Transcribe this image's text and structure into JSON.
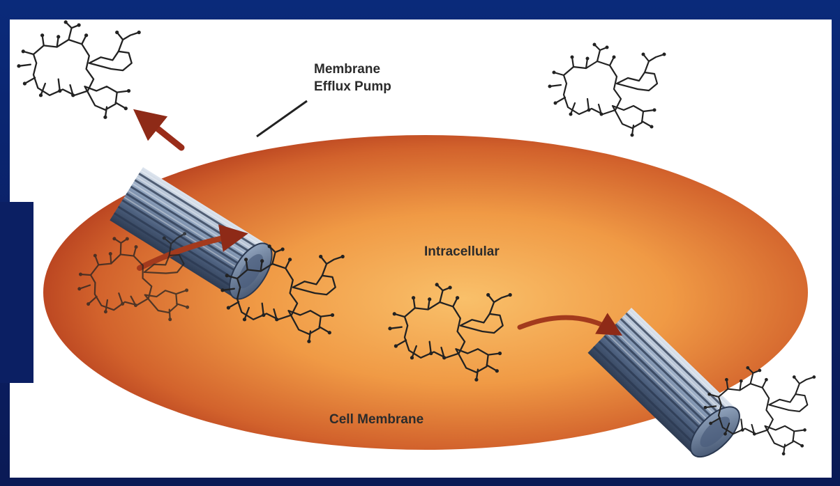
{
  "labels": {
    "pump_line1": "Membrane",
    "pump_line2": "Efflux Pump",
    "intracellular": "Intracellular",
    "cell_membrane": "Cell Membrane"
  },
  "colors": {
    "background_blue": "#0b1f63",
    "cell_center": "#f6a64a",
    "cell_edge": "#b23a1e",
    "pump_steel": "#5a6f8e",
    "arrow": "#9a2d1a"
  },
  "icons": {
    "molecule": "macrolide-molecule-icon",
    "pump": "efflux-pump-cylinder-icon",
    "arrow": "transport-arrow-icon"
  }
}
